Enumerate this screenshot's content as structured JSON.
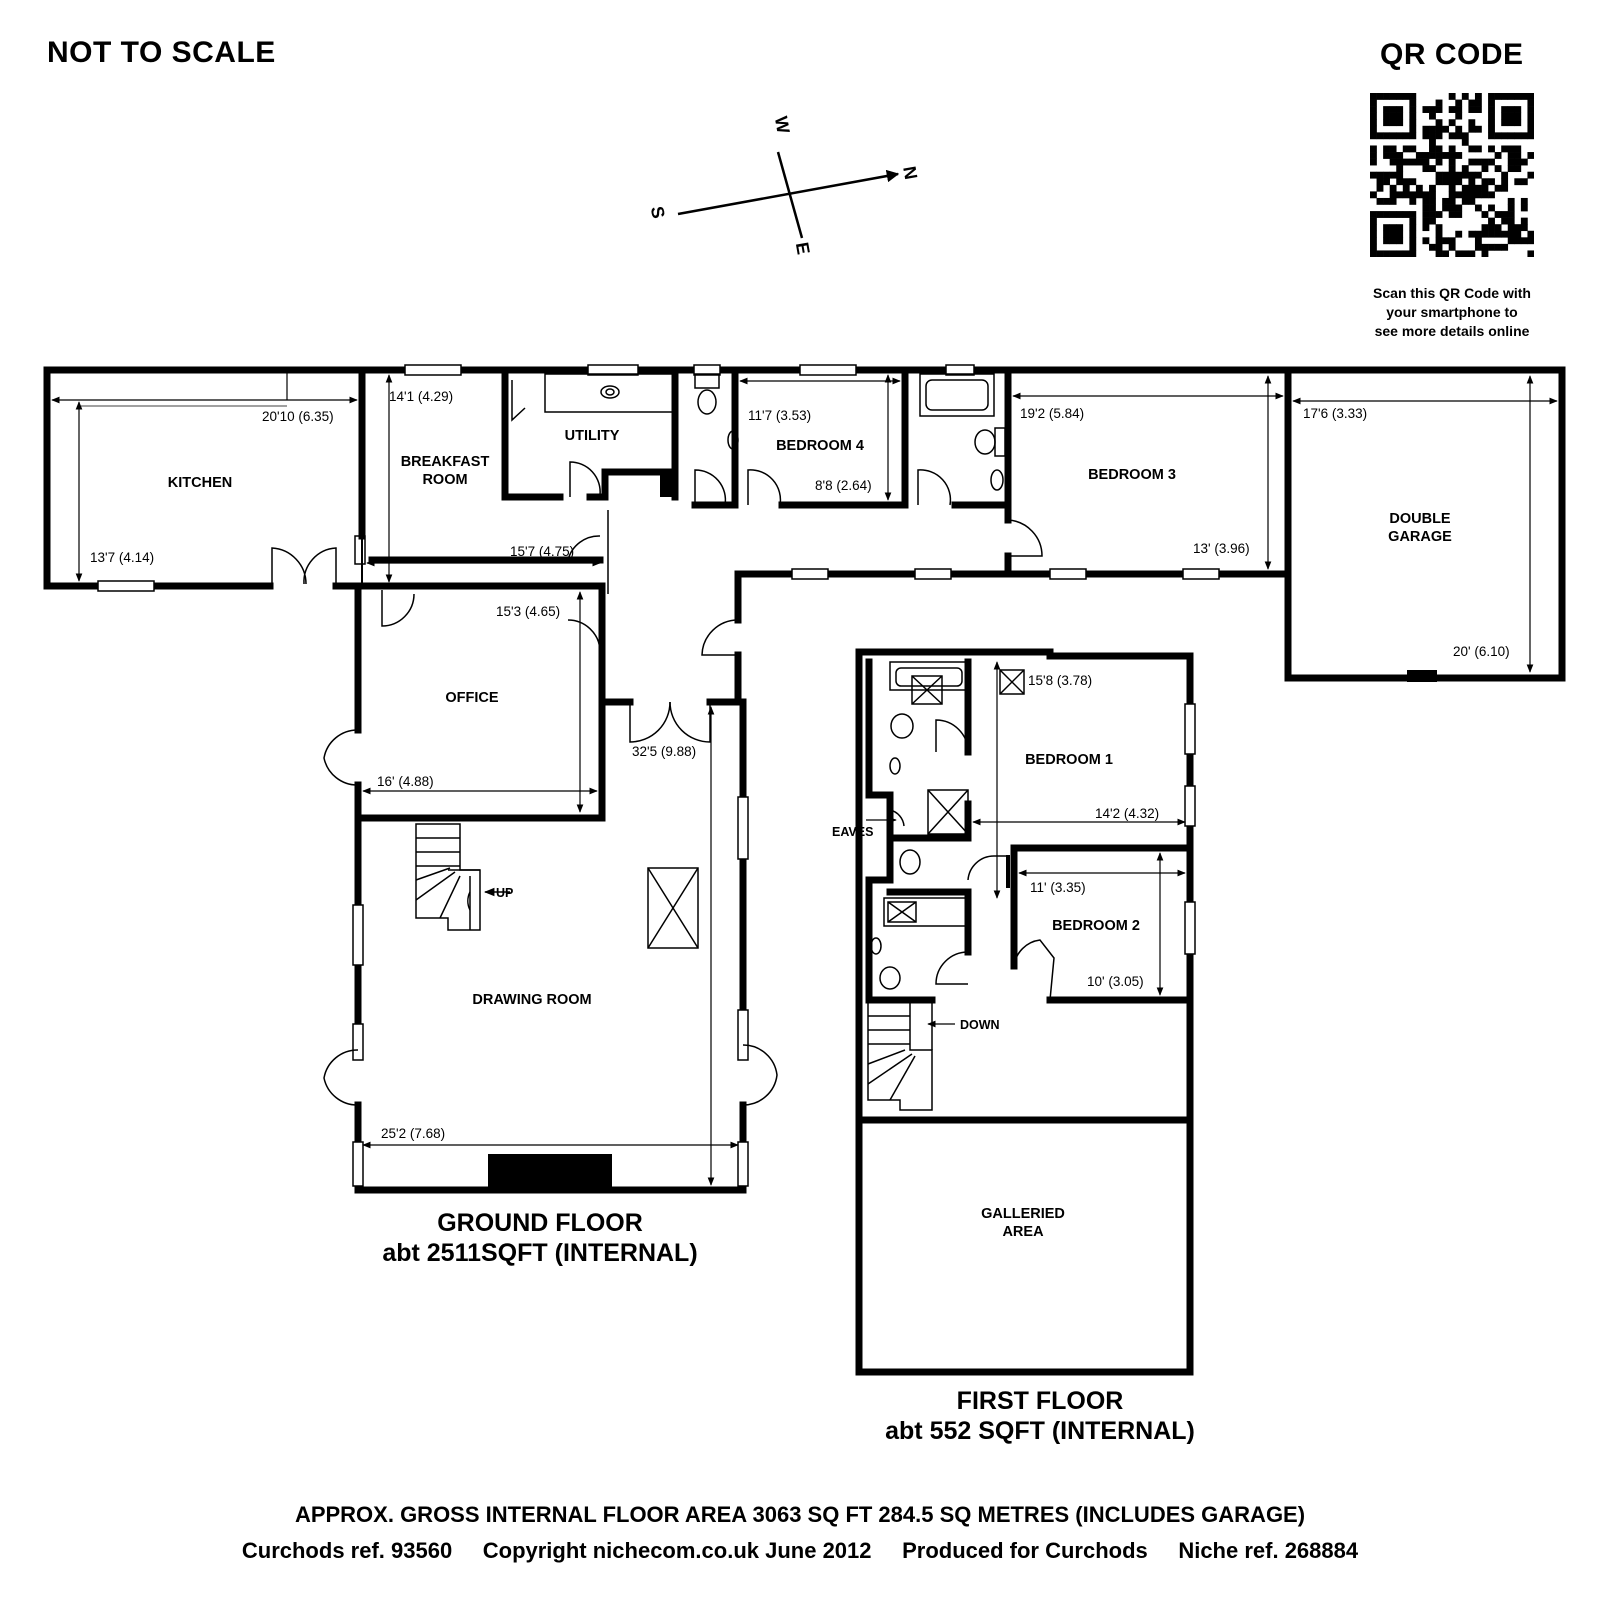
{
  "header": {
    "not_to_scale": "NOT TO SCALE",
    "qr_title": "QR CODE",
    "qr_note": [
      "Scan this QR Code with",
      "your smartphone to",
      "see more details online"
    ]
  },
  "compass": {
    "n": "N",
    "s": "S",
    "e": "E",
    "w": "W"
  },
  "ground_floor": {
    "title": "GROUND FLOOR",
    "area": "abt 2511SQFT (INTERNAL)",
    "rooms": {
      "kitchen": "KITCHEN",
      "breakfast_1": "BREAKFAST",
      "breakfast_2": "ROOM",
      "utility": "UTILITY",
      "bedroom4": "BEDROOM 4",
      "bedroom3": "BEDROOM 3",
      "garage_1": "DOUBLE",
      "garage_2": "GARAGE",
      "office": "OFFICE",
      "drawing": "DRAWING ROOM",
      "up": "UP"
    },
    "dims": {
      "kitchen_w": "20'10 (6.35)",
      "kitchen_h": "13'7 (4.14)",
      "breakfast_h": "14'1 (4.29)",
      "breakfast_w": "15'7 (4.75)",
      "bed4_w": "11'7 (3.53)",
      "bed4_h": "8'8 (2.64)",
      "bed3_w": "19'2 (5.84)",
      "bed3_h": "13' (3.96)",
      "garage_w": "17'6 (3.33)",
      "garage_h": "20' (6.10)",
      "office_h": "15'3 (4.65)",
      "office_w": "16' (4.88)",
      "drawing_h": "32'5 (9.88)",
      "drawing_w": "25'2 (7.68)"
    }
  },
  "first_floor": {
    "title": "FIRST FLOOR",
    "area": "abt 552 SQFT (INTERNAL)",
    "rooms": {
      "bedroom1": "BEDROOM 1",
      "bedroom2": "BEDROOM 2",
      "eaves": "EAVES",
      "down": "DOWN",
      "gallery_1": "GALLERIED",
      "gallery_2": "AREA"
    },
    "dims": {
      "bed1_h": "15'8 (3.78)",
      "bed1_w": "14'2 (4.32)",
      "bed2_w": "11' (3.35)",
      "bed2_h": "10' (3.05)"
    }
  },
  "footer": {
    "line1": "APPROX. GROSS INTERNAL FLOOR AREA 3063 SQ FT 284.5 SQ METRES (INCLUDES GARAGE)",
    "line2": "Curchods ref. 93560     Copyright nichecom.co.uk June 2012     Produced for Curchods     Niche ref. 268884"
  }
}
